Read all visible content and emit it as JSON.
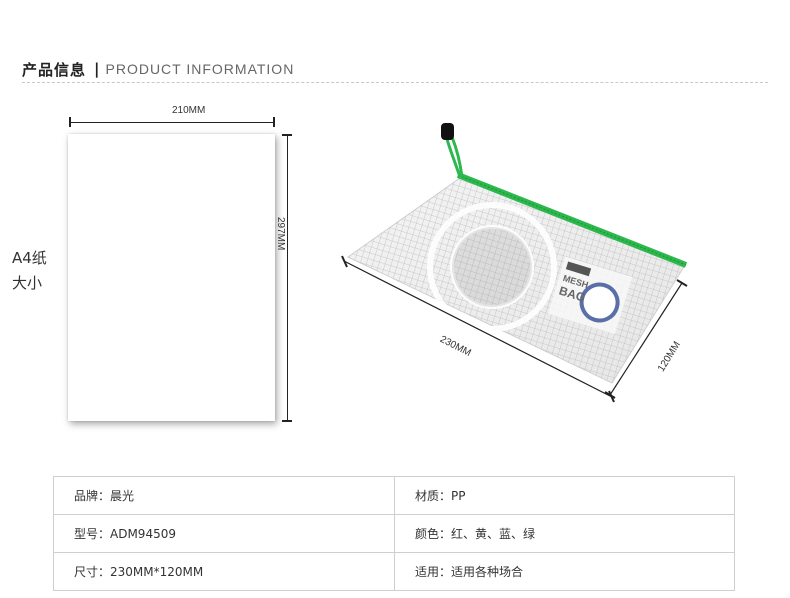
{
  "header": {
    "title_cn": "产品信息",
    "separator": "|",
    "title_en": "PRODUCT INFORMATION"
  },
  "a4": {
    "label_line1": "A4纸",
    "label_line2": "大小",
    "width_label": "210MM",
    "height_label": "297MM"
  },
  "bag": {
    "length_label": "230MM",
    "width_label": "120MM",
    "print_line1": "MESH",
    "print_line2": "BAG"
  },
  "specs": {
    "rows": [
      {
        "left": "品牌：晨光",
        "right": "材质：PP"
      },
      {
        "left": "型号：ADM94509",
        "right": "颜色：红、黄、蓝、绿"
      },
      {
        "left": "尺寸：230MM*120MM",
        "right": "适用：适用各种场合"
      }
    ]
  },
  "colors": {
    "zipper": "#2db84d",
    "puller": "#111111",
    "dim_line": "#222222"
  }
}
